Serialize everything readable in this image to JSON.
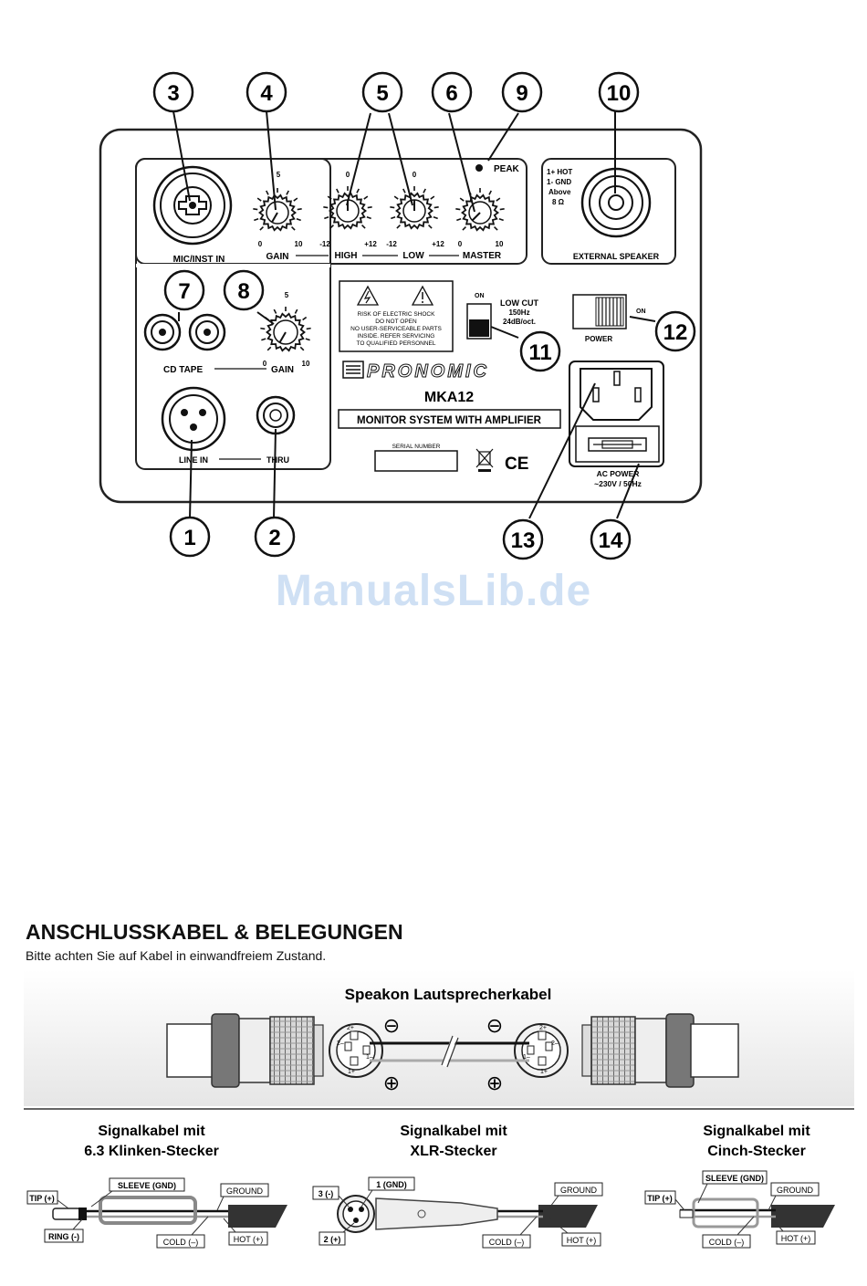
{
  "watermark": "ManualsLib.de",
  "panel": {
    "callouts": [
      "1",
      "2",
      "3",
      "4",
      "5",
      "6",
      "7",
      "8",
      "9",
      "10",
      "11",
      "12",
      "13",
      "14"
    ],
    "peak": "PEAK",
    "mic_inst_in": "MIC/INST IN",
    "knob_scale": {
      "zero": "0",
      "five": "5",
      "ten": "10",
      "neg12": "-12",
      "pos12": "+12"
    },
    "gain": "GAIN",
    "high": "HIGH",
    "low": "LOW",
    "master": "MASTER",
    "speaker_spec": [
      "1+ HOT",
      "1- GND",
      "Above",
      "8 Ω"
    ],
    "external_speaker": "EXTERNAL SPEAKER",
    "cd_tape": "CD TAPE",
    "warning": [
      "RISK OF ELECTRIC SHOCK",
      "DO NOT OPEN",
      "NO USER-SERVICEABLE PARTS",
      "INSIDE. REFER SERVICING",
      "TO QUALIFIED PERSONNEL"
    ],
    "switch_on": "ON",
    "low_cut": [
      "LOW CUT",
      "150Hz",
      "24dB/oct."
    ],
    "power": "POWER",
    "brand": "PRONOMIC",
    "model": "MKA12",
    "subtitle": "MONITOR SYSTEM WITH AMPLIFIER",
    "line_in": "LINE IN",
    "thru": "THRU",
    "serial_number": "SERIAL NUMBER",
    "ce": "CE",
    "ac_power": [
      "AC POWER",
      "~230V / 50Hz"
    ]
  },
  "section": {
    "title": "ANSCHLUSSKABEL & BELEGUNGEN",
    "subtitle": "Bitte achten Sie auf Kabel in einwandfreiem Zustand.",
    "speakon": {
      "title": "Speakon Lautsprecherkabel",
      "minus": "⊖",
      "plus": "⊕",
      "pins": [
        "2+",
        "2–",
        "1–",
        "1+"
      ]
    },
    "jack": {
      "title": [
        "Signalkabel mit",
        "6.3 Klinken-Stecker"
      ],
      "tip": "TIP (+)",
      "ring": "RING (-)",
      "sleeve": "SLEEVE (GND)",
      "ground": "GROUND",
      "cold": "COLD (–)",
      "hot": "HOT (+)"
    },
    "xlr": {
      "title": [
        "Signalkabel mit",
        "XLR-Stecker"
      ],
      "pin3": "3 (-)",
      "pin1": "1 (GND)",
      "pin2": "2 (+)",
      "ground": "GROUND",
      "cold": "COLD (–)",
      "hot": "HOT (+)"
    },
    "cinch": {
      "title": [
        "Signalkabel mit",
        "Cinch-Stecker"
      ],
      "tip": "TIP (+)",
      "sleeve": "SLEEVE (GND)",
      "ground": "GROUND",
      "cold": "COLD (–)",
      "hot": "HOT (+)"
    }
  }
}
